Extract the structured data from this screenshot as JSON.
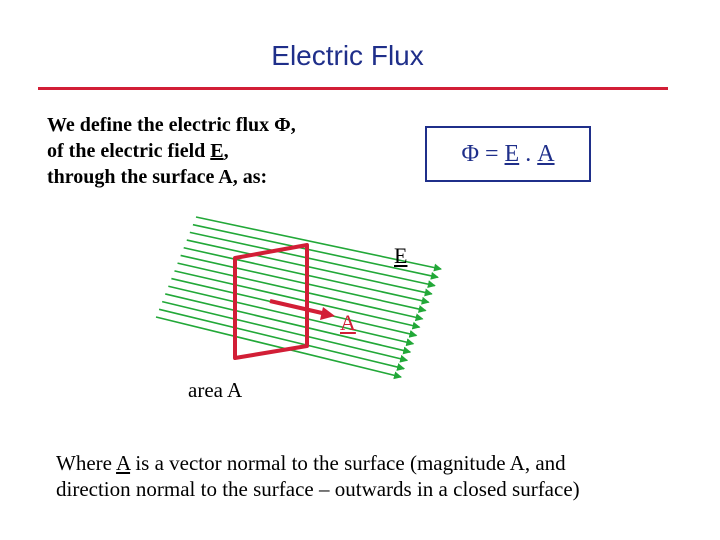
{
  "title": "Electric Flux",
  "intro": {
    "line1_pre": "We define the electric flux ",
    "phi": "Φ",
    "line1_post": ",",
    "line2_pre": "of the electric field ",
    "line2_vec": "E",
    "line2_post": ",",
    "line3": "through the surface A, as:"
  },
  "formula": {
    "phi": "Φ",
    "eq": " = ",
    "e": "E",
    "dot": " . ",
    "a": "A"
  },
  "diagram": {
    "field_label": "E",
    "normal_label": "A",
    "area_label": "area A",
    "field_color": "#22a838",
    "surface_color": "#d21e36",
    "field_line_count": 14
  },
  "footer": {
    "line1_pre": "Where ",
    "line1_vec": "A",
    "line1_post": " is a vector normal to the surface  (magnitude A, and",
    "line2": "direction normal to the surface – outwards in a closed surface)"
  },
  "colors": {
    "title": "#1f2f8a",
    "rule": "#d21e36",
    "formula": "#1f2f8a"
  }
}
